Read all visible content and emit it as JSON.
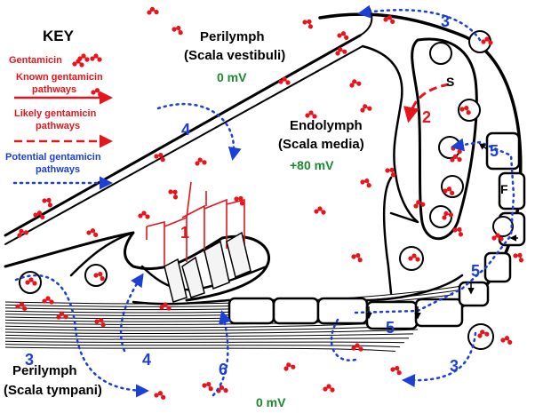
{
  "key": {
    "title": "KEY",
    "gentamicin_label": "Gentamicin",
    "known_label": [
      "Known gentamicin",
      "pathways"
    ],
    "likely_label": [
      "Likely gentamicin",
      "pathways"
    ],
    "potential_label": [
      "Potential gentamicin",
      "pathways"
    ]
  },
  "compartments": {
    "perilymph_vestibuli": [
      "Perilymph",
      "(Scala vestibuli)"
    ],
    "vestibuli_potential": "0 mV",
    "endolymph": [
      "Endolymph",
      "(Scala media)"
    ],
    "endolymph_potential": "+80 mV",
    "perilymph_tympani": [
      "Perilymph",
      "(Scala tympani)"
    ],
    "tympani_potential": "0 mV"
  },
  "markers": {
    "m1": "1",
    "m2": "2",
    "m3": "3",
    "m4": "4",
    "m5": "5",
    "m6": "6",
    "s": "S",
    "f": "F"
  },
  "colors": {
    "known": "#e8141c",
    "potential": "#1c3fd6",
    "potential_mv": "#1a8a2c",
    "outline": "#000000"
  }
}
